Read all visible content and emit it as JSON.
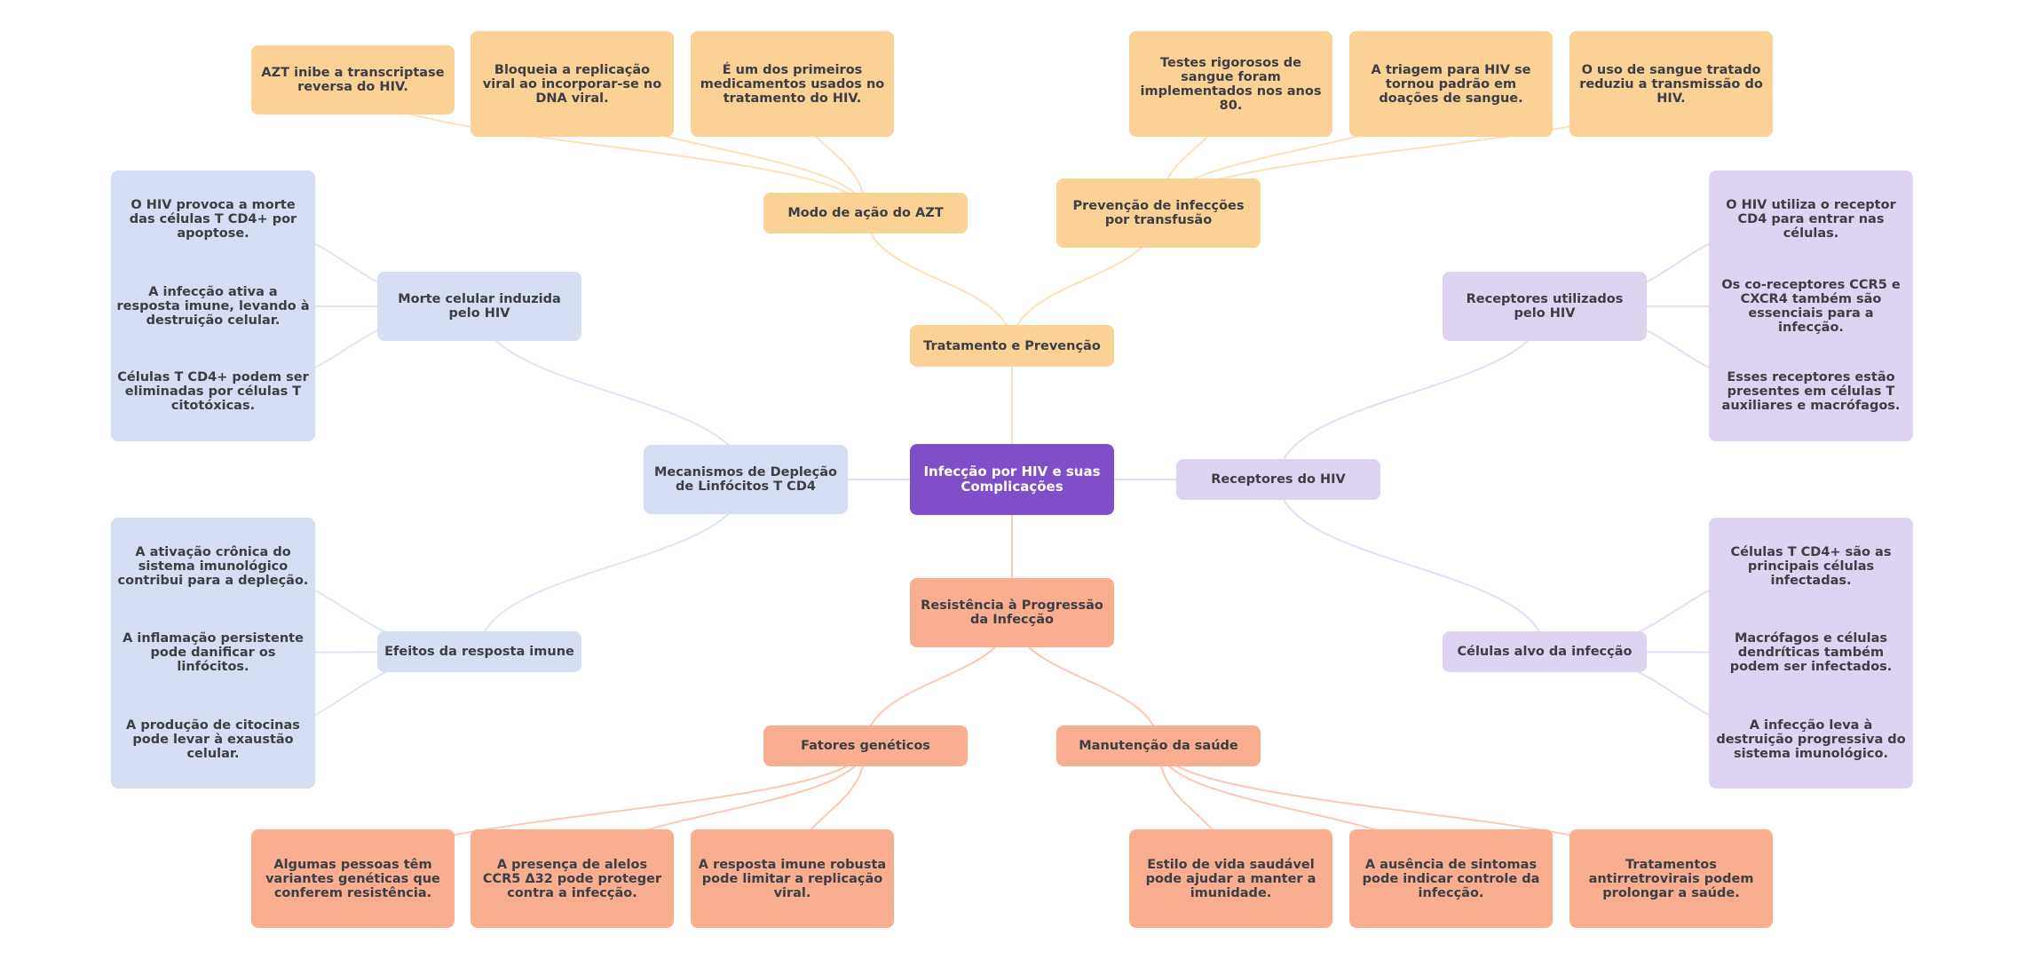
{
  "title": "Infecção por HIV e suas Complicações",
  "colors": {
    "root": "#7e4fc9",
    "orange": "#fcd196",
    "orange_edge": "#fde0b9",
    "salmon": "#f9ae8f",
    "salmon_edge": "#fbc8b1",
    "blue": "#d6def3",
    "blue_edge": "#dfe5f6",
    "lavender": "#ded3f1",
    "lavender_edge": "#e6dcf6"
  },
  "root": {
    "label": "Infecção por HIV e suas Complicações"
  },
  "branches": {
    "treatment": {
      "label": "Tratamento e Prevenção",
      "subtopics": [
        {
          "label": "Modo de ação do AZT",
          "leaves": [
            "AZT inibe a transcriptase reversa do HIV.",
            "Bloqueia a replicação viral ao incorporar-se no DNA viral.",
            "É um dos primeiros medicamentos usados no tratamento do HIV."
          ]
        },
        {
          "label": "Prevenção de infecções por transfusão",
          "leaves": [
            "Testes rigorosos de sangue foram implementados nos anos 80.",
            "A triagem para HIV se tornou padrão em doações de sangue.",
            "O uso de sangue tratado reduziu a transmissão do HIV."
          ]
        }
      ]
    },
    "resistance": {
      "label": "Resistência à Progressão da Infecção",
      "subtopics": [
        {
          "label": "Fatores genéticos",
          "leaves": [
            "Algumas pessoas têm variantes genéticas que conferem resistência.",
            "A presença de alelos CCR5 Δ32 pode proteger contra a infecção.",
            "A resposta imune robusta pode limitar a replicação viral."
          ]
        },
        {
          "label": "Manutenção da saúde",
          "leaves": [
            "Estilo de vida saudável pode ajudar a manter a imunidade.",
            "A ausência de sintomas pode indicar controle da infecção.",
            "Tratamentos antirretrovirais podem prolongar a saúde."
          ]
        }
      ]
    },
    "depletion": {
      "label": "Mecanismos de Depleção de Linfócitos T CD4",
      "subtopics": [
        {
          "label": "Morte celular induzida pelo HIV",
          "leaves": [
            "O HIV provoca a morte das células T CD4+ por apoptose.",
            "A infecção ativa a resposta imune, levando à destruição celular.",
            "Células T CD4+ podem ser eliminadas por células T citotóxicas."
          ]
        },
        {
          "label": "Efeitos da resposta imune",
          "leaves": [
            "A ativação crônica do sistema imunológico contribui para a depleção.",
            "A inflamação persistente pode danificar os linfócitos.",
            "A produção de citocinas pode levar à exaustão celular."
          ]
        }
      ]
    },
    "receptors": {
      "label": "Receptores do HIV",
      "subtopics": [
        {
          "label": "Receptores utilizados pelo HIV",
          "leaves": [
            "O HIV utiliza o receptor CD4 para entrar nas células.",
            "Os co-receptores CCR5 e CXCR4 também são essenciais para a infecção.",
            "Esses receptores estão presentes em células T auxiliares e macrófagos."
          ]
        },
        {
          "label": "Células alvo da infecção",
          "leaves": [
            "Células T CD4+ são as principais células infectadas.",
            "Macrófagos e células dendríticas também podem ser infectados.",
            "A infecção leva à destruição progressiva do sistema imunológico."
          ]
        }
      ]
    }
  }
}
